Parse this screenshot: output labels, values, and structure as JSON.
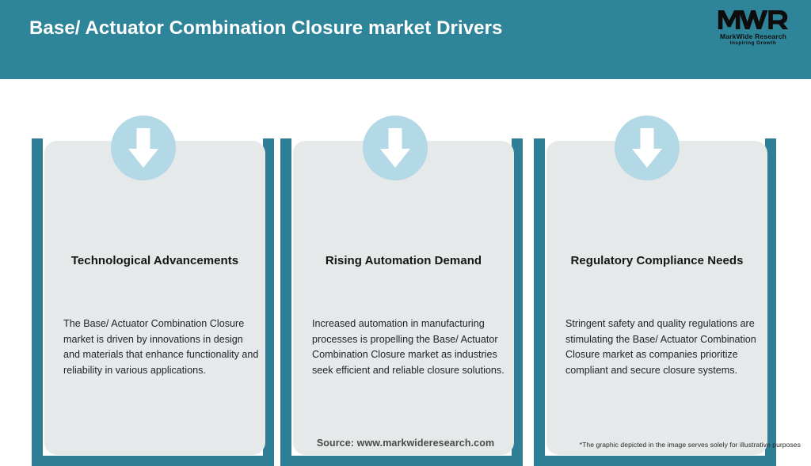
{
  "header": {
    "title": "Base/ Actuator Combination Closure market Drivers",
    "band_color": "#2e8499",
    "title_color": "#ffffff",
    "logo": {
      "mark": "MWR",
      "name": "MarkWide Research",
      "tagline": "Inspiring Growth"
    }
  },
  "theme": {
    "accent_teal": "#2e7f96",
    "card_bg": "#e6e9ea",
    "badge_blue": "#b3d8e6",
    "arrow_color": "#ffffff",
    "page_bg": "#ffffff"
  },
  "cards": [
    {
      "icon": "down-arrow-icon",
      "heading": "Technological Advancements",
      "body": "The Base/ Actuator Combination Closure market is driven by innovations in design and materials that enhance functionality and reliability in various applications."
    },
    {
      "icon": "down-arrow-icon",
      "heading": "Rising Automation Demand",
      "body": "Increased automation in manufacturing processes is propelling the Base/ Actuator Combination Closure market as industries seek efficient and reliable closure solutions."
    },
    {
      "icon": "down-arrow-icon",
      "heading": "Regulatory Compliance Needs",
      "body": "Stringent safety and quality regulations are stimulating the Base/ Actuator Combination Closure market as companies prioritize compliant and secure closure systems."
    }
  ],
  "footer": {
    "source": "Source: www.markwideresearch.com",
    "disclaimer": "*The graphic depicted in the image serves solely for illustrative purposes"
  }
}
